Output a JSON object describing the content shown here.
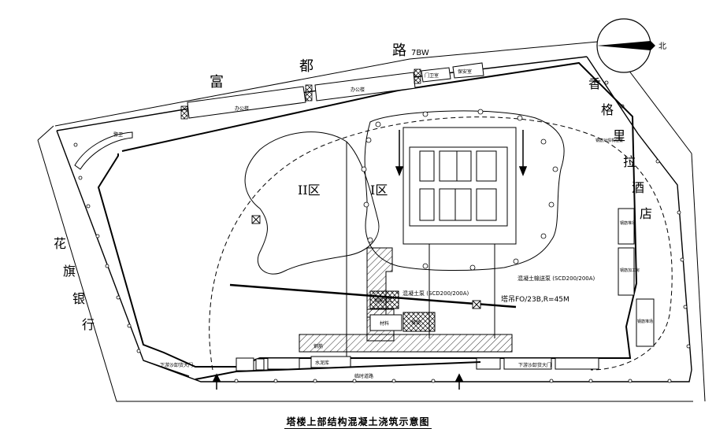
{
  "north": "北",
  "roads": {
    "fudu_chars": [
      "富",
      "都",
      "路"
    ],
    "fudu_suffix": "7BW",
    "xianggelila_chars": [
      "香",
      "格",
      "里",
      "拉",
      "酒",
      "店"
    ],
    "huaqi_chars": [
      "花",
      "旗",
      "银",
      "行"
    ]
  },
  "zones": {
    "zone_2": "II区",
    "zone_1": "I区"
  },
  "buildings": {
    "office_1": "办公楼",
    "office_2": "办公楼",
    "guard_room": "门卫室",
    "security_room": "保安室",
    "shed": "警卫"
  },
  "equipment": {
    "pump_1": "混凝土泵 (SCD200/200A)",
    "pump_2": "混凝土输送泵 (SCD200/200A)",
    "crane": "塔吊FO/23B,R=45M"
  },
  "gates": {
    "left_gate": "下游沙卸货大门",
    "right_gate": "下游沙卸货大门",
    "road_label": "临时道路"
  },
  "storage": {
    "right_1": "钢筋堆场",
    "right_2": "钢筋加工房",
    "right_3": "钢筋堆场",
    "right_top": "钢筋对焊机位置",
    "material": "材料",
    "yard": "堆场",
    "rebar": "钢筋加工",
    "rebar2": "钢筋",
    "cement": "水泥库"
  },
  "caption": "塔楼上部结构混凝土浇筑示意图"
}
